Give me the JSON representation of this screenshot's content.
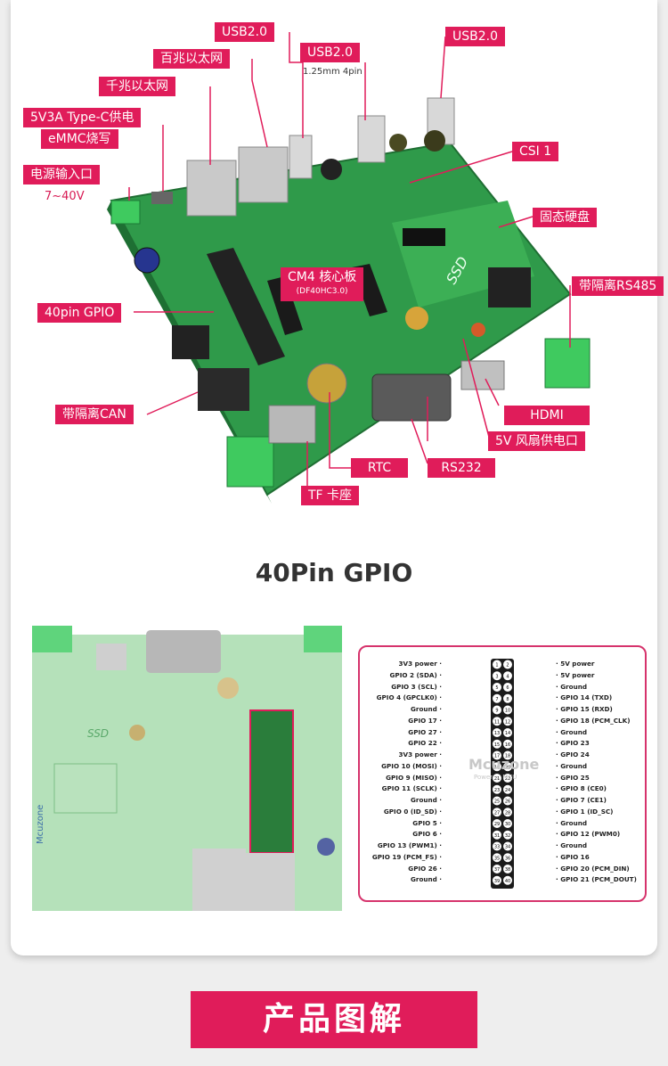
{
  "labels": {
    "usb_a": "USB2.0",
    "usb_b": "USB2.0",
    "usb_b_note": "1.25mm 4pin",
    "usb_c": "USB2.0",
    "eth100": "百兆以太网",
    "eth1000": "千兆以太网",
    "typec": "5V3A Type-C供电",
    "emmc": "eMMC烧写",
    "power_in": "电源输入口",
    "power_range": "7~40V",
    "csi": "CSI 1",
    "ssd": "固态硬盘",
    "rs485": "带隔离RS485",
    "gpio40": "40pin GPIO",
    "cm4": "CM4 核心板",
    "cm4_sub": "(DF40HC3.0)",
    "can": "带隔离CAN",
    "hdmi": "HDMI",
    "fan": "5V 风扇供电口",
    "rtc": "RTC",
    "rs232": "RS232",
    "tf": "TF 卡座",
    "board_ssd": "SSD",
    "board_brand": "Mcuzone"
  },
  "section_title": "40Pin GPIO",
  "pinout": {
    "left": [
      "3V3 power",
      "GPIO 2 (SDA)",
      "GPIO 3 (SCL)",
      "GPIO 4 (GPCLK0)",
      "Ground",
      "GPIO 17",
      "GPIO 27",
      "GPIO 22",
      "3V3 power",
      "GPIO 10 (MOSI)",
      "GPIO 9 (MISO)",
      "GPIO 11 (SCLK)",
      "Ground",
      "GPIO 0 (ID_SD)",
      "GPIO 5",
      "GPIO 6",
      "GPIO 13 (PWM1)",
      "GPIO 19 (PCM_FS)",
      "GPIO 26",
      "Ground"
    ],
    "right": [
      "5V power",
      "5V power",
      "Ground",
      "GPIO 14 (TXD)",
      "GPIO 15 (RXD)",
      "GPIO 18 (PCM_CLK)",
      "Ground",
      "GPIO 23",
      "GPIO 24",
      "Ground",
      "GPIO 25",
      "GPIO 8 (CE0)",
      "GPIO 7 (CE1)",
      "GPIO 1 (ID_SC)",
      "Ground",
      "GPIO 12 (PWM0)",
      "Ground",
      "GPIO 16",
      "GPIO 20 (PCM_DIN)",
      "GPIO 21 (PCM_DOUT)"
    ],
    "watermark": "Mcuzone",
    "watermark_sub": "Power ... MCU"
  },
  "footer": "产品图解",
  "colors": {
    "accent": "#e01c5a",
    "board": "#2e9e4f",
    "board_light": "#9fd9a4"
  }
}
